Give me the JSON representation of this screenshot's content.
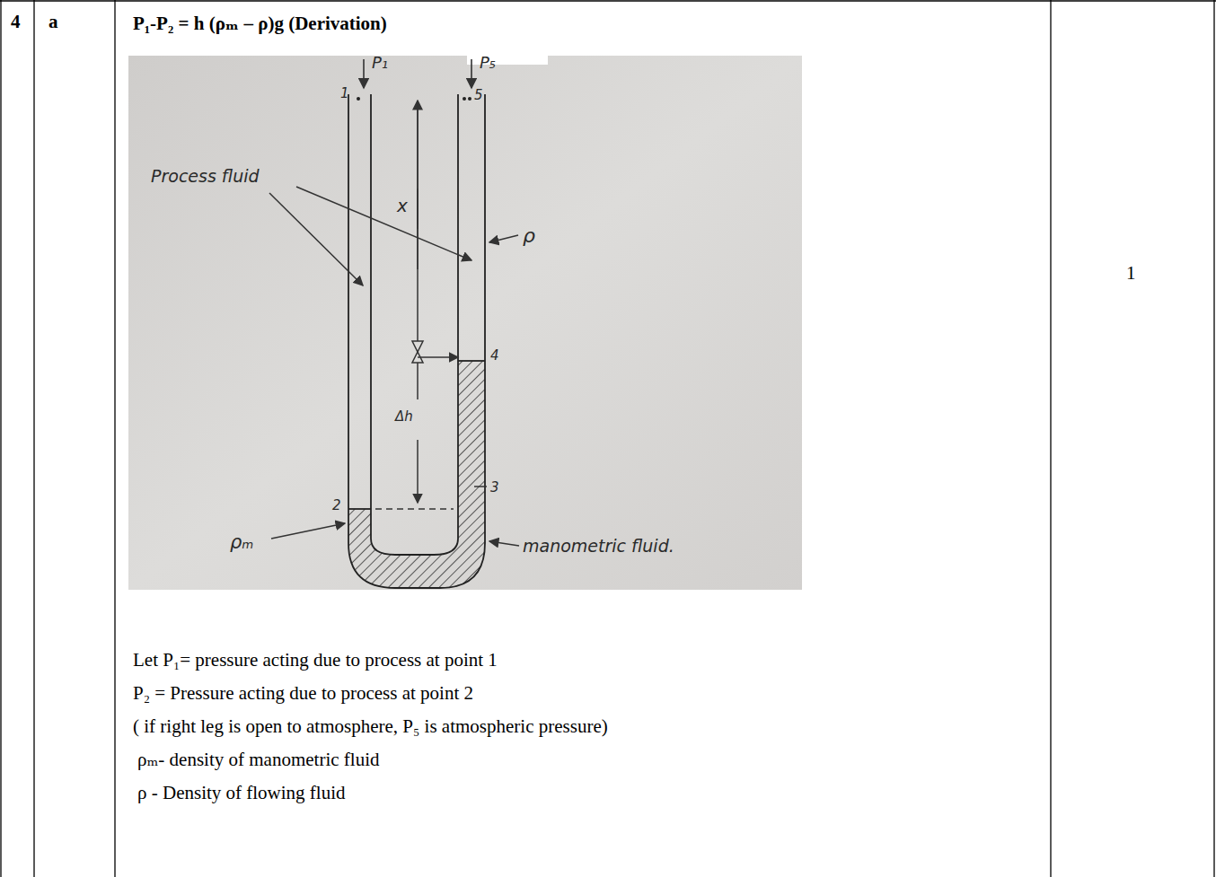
{
  "diagram": {
    "labels": [
      "4",
      "a",
      "P₁-P₂ = h (ρₘ – ρ)g   (Derivation)",
      "1",
      "P₁",
      "P₅",
      "1",
      "5",
      "Process fluid",
      "x",
      "ρ",
      "4",
      "Δh",
      "2",
      "3",
      "ρₘ",
      "manometric fluid.",
      "Let P₁= pressure acting due to process at point 1",
      "P₂ = Pressure acting due to process at point 2",
      "( if right leg is open to atmosphere, P₅ is atmospheric pressure)",
      "ρₘ- density of manometric fluid",
      "ρ - Density of flowing fluid"
    ]
  }
}
